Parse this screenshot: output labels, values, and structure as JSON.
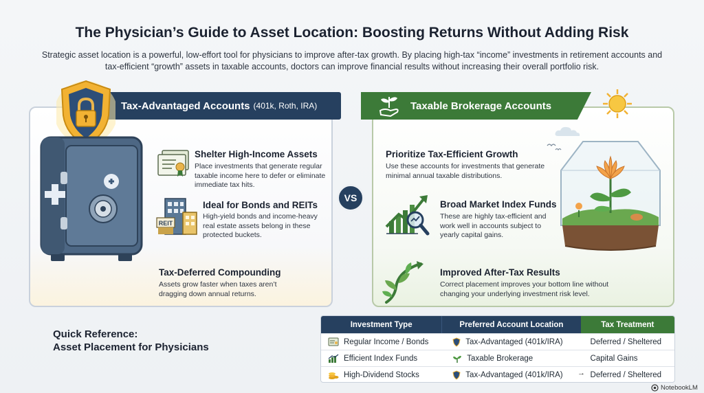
{
  "header": {
    "title": "The Physician’s Guide to Asset Location: Boosting Returns Without Adding Risk",
    "subtitle": "Strategic asset location is a powerful, low-effort tool for physicians to improve after-tax growth. By placing high-tax “income” investments in retirement accounts and tax-efficient “growth” assets in taxable accounts, doctors can improve financial results without increasing their overall portfolio risk."
  },
  "left_panel": {
    "title": "Tax-Advantaged Accounts",
    "title_suffix": "(401k, Roth, IRA)",
    "items": [
      {
        "heading": "Shelter High-Income Assets",
        "body": "Place investments that generate regular taxable income here to defer or eliminate immediate tax hits.",
        "icon": "certificate-icon"
      },
      {
        "heading": "Ideal for Bonds and REITs",
        "body": "High-yield bonds and income-heavy real estate assets belong in these protected buckets.",
        "icon": "reit-building-icon",
        "icon_label": "REIT"
      },
      {
        "heading": "Tax-Deferred Compounding",
        "body": "Assets grow faster when taxes aren’t dragging down annual returns."
      }
    ]
  },
  "vs_label": "VS",
  "right_panel": {
    "title": "Taxable Brokerage Accounts",
    "items": [
      {
        "heading": "Prioritize Tax-Efficient Growth",
        "body": "Use these accounts for investments that generate minimal annual taxable distributions."
      },
      {
        "heading": "Broad Market Index Funds",
        "body": "These are highly tax-efficient and work well in accounts subject to yearly capital gains.",
        "icon": "growth-chart-magnifier-icon"
      },
      {
        "heading": "Improved After-Tax Results",
        "body": "Correct placement improves your bottom line without changing your underlying investment risk level.",
        "icon": "sprout-vine-icon"
      }
    ]
  },
  "quick_reference": {
    "title_line1": "Quick Reference:",
    "title_line2": "Asset Placement for Physicians",
    "headers": [
      "Investment Type",
      "Preferred Account Location",
      "Tax Treatment"
    ],
    "rows": [
      {
        "type": "Regular Income / Bonds",
        "location": "Tax-Advantaged (401k/IRA)",
        "treatment": "Deferred / Sheltered"
      },
      {
        "type": "Efficient Index Funds",
        "location": "Taxable Brokerage",
        "treatment": "Capital Gains"
      },
      {
        "type": "High-Dividend Stocks",
        "location": "Tax-Advantaged (401k/IRA)",
        "treatment": "Deferred / Sheltered"
      }
    ],
    "arrow": "→"
  },
  "footer": {
    "brand": "NotebookLM"
  },
  "colors": {
    "navy": "#26405f",
    "green": "#3c7a38",
    "gold": "#f2b233"
  }
}
